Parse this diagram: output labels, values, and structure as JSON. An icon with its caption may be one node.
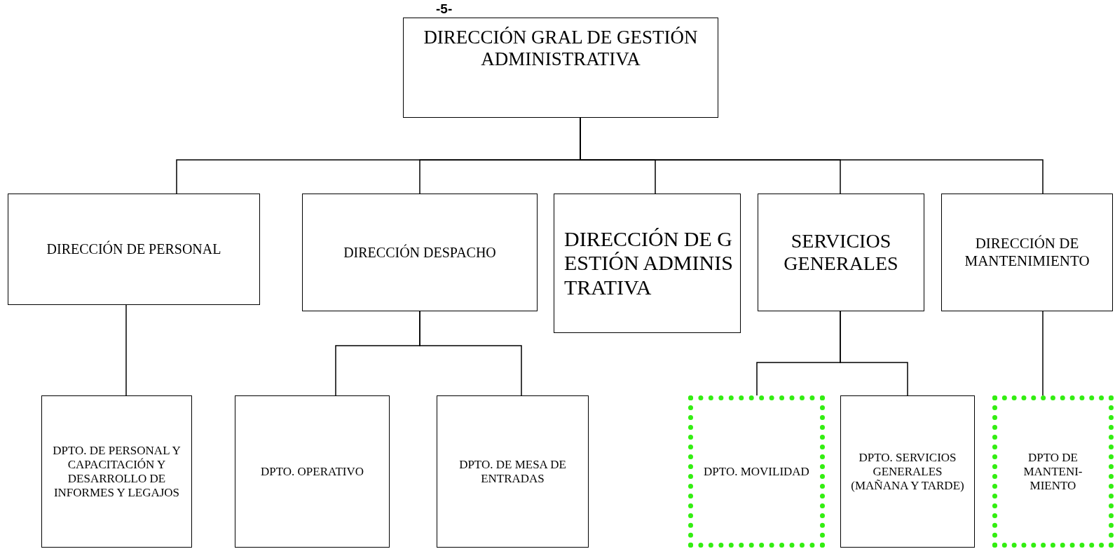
{
  "diagram": {
    "nodes": [
      {
        "text": [
          "DIRECCIÓN GRAL DE  GESTIÓN ADMINISTRATIVA"
        ]
      },
      {
        "text": [
          "DIRECCIÓN DE PERSONAL"
        ]
      },
      {
        "text": [
          "DIRECCIÓN DESPACHO"
        ]
      },
      {
        "text": [
          "DIRECCIÓN DE GESTIÓN ADMINISTRATIVA"
        ]
      },
      {
        "text": [
          "SERVICIOS GENERALES"
        ]
      },
      {
        "text": [
          "DIRECCIÓN DE MANTENIMIENTO"
        ]
      },
      {
        "text": [
          "DPTO. DE PERSONAL Y CAPACITACIÓN Y DESARROLLO DE INFORMES Y LEGAJOS"
        ]
      },
      {
        "text": [
          "DPTO. OPERATIVO"
        ]
      },
      {
        "text": [
          "DPTO. DE MESA DE ENTRADAS"
        ]
      },
      {
        "text": [
          "DPTO. MOVILIDAD"
        ]
      },
      {
        "text": [
          "DPTO. SERVICIOS GENERALES (MAÑANA Y TARDE)"
        ]
      },
      {
        "text": [
          "DPTO DE MANTENI- MIENTO"
        ]
      }
    ],
    "edges": [
      {
        "from": 0,
        "to": 1,
        "arrow": "none"
      },
      {
        "from": 0,
        "to": 2,
        "arrow": "none"
      },
      {
        "from": 0,
        "to": 3,
        "arrow": "none"
      },
      {
        "from": 0,
        "to": 4,
        "arrow": "none"
      },
      {
        "from": 0,
        "to": 5,
        "arrow": "none"
      },
      {
        "from": 1,
        "to": 6,
        "arrow": "none"
      },
      {
        "from": 2,
        "to": 7,
        "arrow": "none"
      },
      {
        "from": 2,
        "to": 8,
        "arrow": "none"
      },
      {
        "from": 4,
        "to": 9,
        "arrow": "none"
      },
      {
        "from": 4,
        "to": 10,
        "arrow": "none"
      },
      {
        "from": 5,
        "to": 11,
        "arrow": "none"
      }
    ],
    "labels": [
      "-5-"
    ]
  }
}
